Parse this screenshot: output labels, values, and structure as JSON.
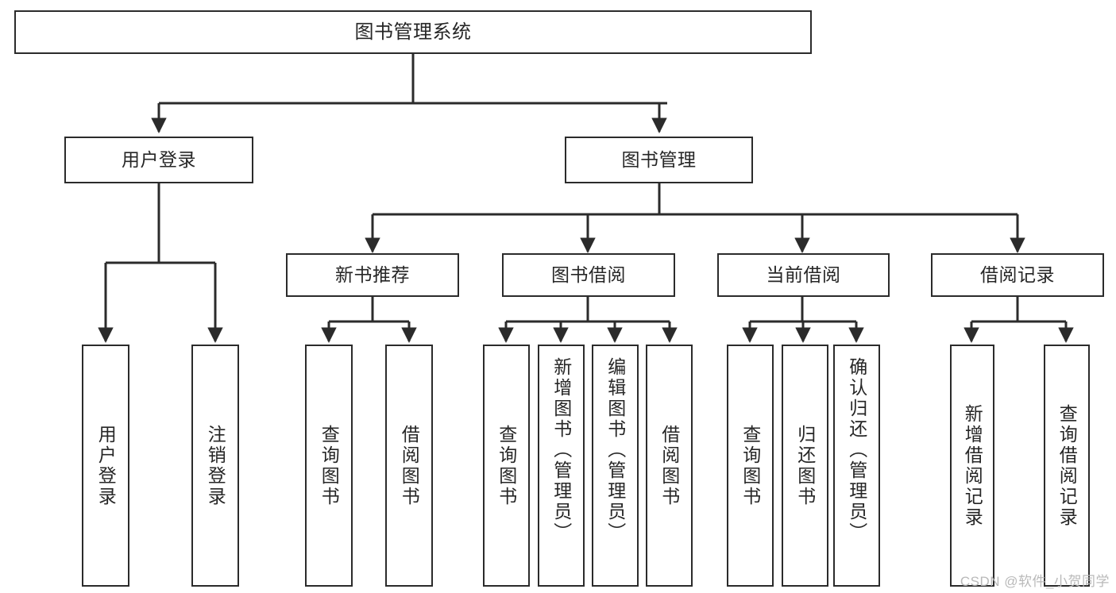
{
  "diagram": {
    "type": "tree",
    "title": "图书管理系统",
    "watermark": "CSDN @软件_小贺同学",
    "colors": {
      "stroke": "#2b2b2b",
      "fill": "#ffffff",
      "text": "#262626",
      "watermark": "#b9b9b9"
    },
    "levels": {
      "root": "图书管理系统",
      "level2": [
        "用户登录",
        "图书管理"
      ],
      "level3": [
        "新书推荐",
        "图书借阅",
        "当前借阅",
        "借阅记录"
      ]
    },
    "nodes": {
      "root": {
        "label": "图书管理系统"
      },
      "user_login": {
        "label": "用户登录"
      },
      "book_manage": {
        "label": "图书管理"
      },
      "new_book_rec": {
        "label": "新书推荐"
      },
      "book_borrow": {
        "label": "图书借阅"
      },
      "current_borrow": {
        "label": "当前借阅"
      },
      "borrow_record": {
        "label": "借阅记录"
      },
      "leaf_user_login": {
        "label": "用户登录"
      },
      "leaf_logout": {
        "label": "注销登录"
      },
      "leaf_query_book_1": {
        "label": "查询图书"
      },
      "leaf_borrow_book_1": {
        "label": "借阅图书"
      },
      "leaf_query_book_2": {
        "label": "查询图书"
      },
      "leaf_add_book": {
        "label": "新增图书（管理员）"
      },
      "leaf_edit_book": {
        "label": "编辑图书（管理员）"
      },
      "leaf_borrow_book_2": {
        "label": "借阅图书"
      },
      "leaf_query_book_3": {
        "label": "查询图书"
      },
      "leaf_return_book": {
        "label": "归还图书"
      },
      "leaf_confirm_return": {
        "label": "确认归还（管理员）"
      },
      "leaf_add_record": {
        "label": "新增借阅记录"
      },
      "leaf_query_record": {
        "label": "查询借阅记录"
      }
    },
    "edges": [
      {
        "from": "root",
        "to": "user_login"
      },
      {
        "from": "root",
        "to": "book_manage"
      },
      {
        "from": "user_login",
        "to": "leaf_user_login"
      },
      {
        "from": "user_login",
        "to": "leaf_logout"
      },
      {
        "from": "book_manage",
        "to": "new_book_rec"
      },
      {
        "from": "book_manage",
        "to": "book_borrow"
      },
      {
        "from": "book_manage",
        "to": "current_borrow"
      },
      {
        "from": "book_manage",
        "to": "borrow_record"
      },
      {
        "from": "new_book_rec",
        "to": "leaf_query_book_1"
      },
      {
        "from": "new_book_rec",
        "to": "leaf_borrow_book_1"
      },
      {
        "from": "book_borrow",
        "to": "leaf_query_book_2"
      },
      {
        "from": "book_borrow",
        "to": "leaf_add_book"
      },
      {
        "from": "book_borrow",
        "to": "leaf_edit_book"
      },
      {
        "from": "book_borrow",
        "to": "leaf_borrow_book_2"
      },
      {
        "from": "current_borrow",
        "to": "leaf_query_book_3"
      },
      {
        "from": "current_borrow",
        "to": "leaf_return_book"
      },
      {
        "from": "current_borrow",
        "to": "leaf_confirm_return"
      },
      {
        "from": "borrow_record",
        "to": "leaf_add_record"
      },
      {
        "from": "borrow_record",
        "to": "leaf_query_record"
      }
    ]
  }
}
